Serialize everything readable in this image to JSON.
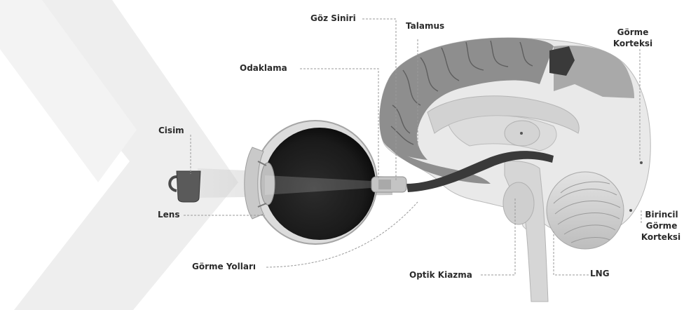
{
  "labels": {
    "goz_siniri": "Göz Siniri",
    "talamus": "Talamus",
    "gorme_korteksi_line1": "Görme",
    "gorme_korteksi_line2": "Korteksi",
    "odaklama": "Odaklama",
    "cisim": "Cisim",
    "lens": "Lens",
    "gorme_yollari": "Görme Yolları",
    "optik_kiazma": "Optik Kiazma",
    "lng": "LNG",
    "birincil_line1": "Birincil",
    "birincil_line2": "Görme",
    "birincil_line3": "Korteksi"
  },
  "colors": {
    "watermark": "#eeeeee",
    "cortex": "#8e8e8e",
    "gyri_line": "#5e5e5e",
    "brain_inner": "#e9e9e9",
    "brain_shade": "#d2d2d2",
    "dark_patch": "#3a3a3a",
    "eyeball_dark": "#222222",
    "leader_line": "#9a9a9a",
    "label_text": "#2b2b2b"
  }
}
